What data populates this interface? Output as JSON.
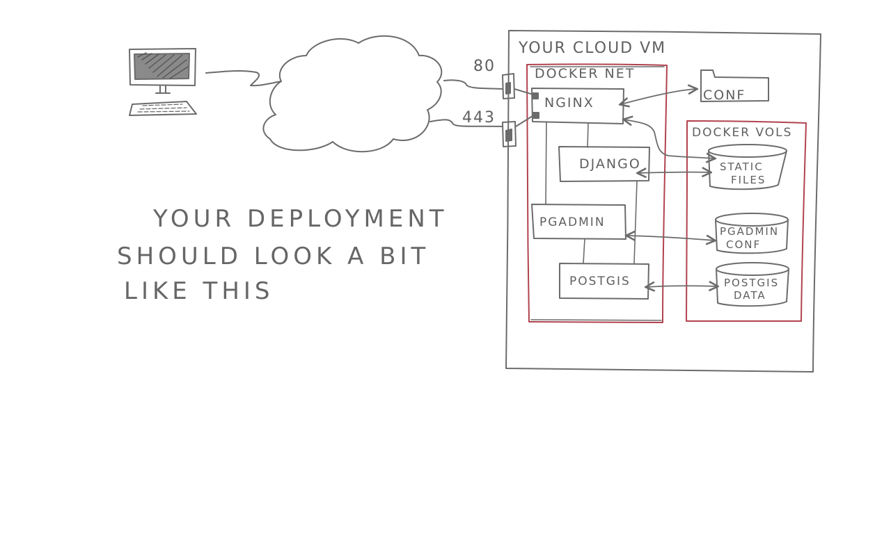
{
  "colors": {
    "ink": "#6b6b6b",
    "red_ink": "#b1424f",
    "screen_fill": "#808080",
    "background": "#ffffff"
  },
  "labels": {
    "vm_title": "YOUR CLOUD VM",
    "docker_net": "DOCKER NET",
    "docker_vols": "DOCKER VOLS",
    "port_http": "80",
    "port_https": "443",
    "nginx": "NGINX",
    "django": "DJANGO",
    "pgadmin": "PGADMIN",
    "postgis": "POSTGIS",
    "conf": "CONF",
    "static_files_1": "STATIC",
    "static_files_2": "FILES",
    "pgadmin_conf_1": "PGADMIN",
    "pgadmin_conf_2": "CONF",
    "postgis_data_1": "POSTGIS",
    "postgis_data_2": "DATA"
  },
  "caption": {
    "line1": "YOUR DEPLOYMENT",
    "line2": "SHOULD LOOK A BIT",
    "line3": "LIKE THIS"
  },
  "icons": [
    "computer-icon",
    "cloud-icon",
    "folder-icon",
    "cylinder-icon",
    "port-icon"
  ]
}
